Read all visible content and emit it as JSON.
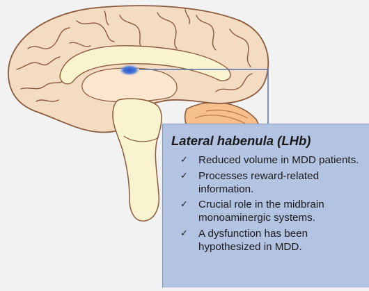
{
  "infobox": {
    "title": "Lateral habenula (LHb)",
    "check_glyph": "✓",
    "items": [
      "Reduced volume in MDD patients.",
      "Processes reward-related information.",
      "Crucial role in the midbrain monoaminergic systems.",
      "A dysfunction has been hypothesized in MDD."
    ]
  },
  "colors": {
    "background": "#f2f2f2",
    "brain_tissue": "#f4dcc3",
    "brain_outline": "#8a5a3c",
    "white_matter": "#faf3cf",
    "cerebellum": "#f5c08b",
    "habenula_highlight": "#3f6fd3",
    "connector_line": "#5a72a6",
    "infobox_fill": "#b3c3e2"
  },
  "icons": [
    "brain-sagittal-illustration",
    "checkmark-icon"
  ]
}
